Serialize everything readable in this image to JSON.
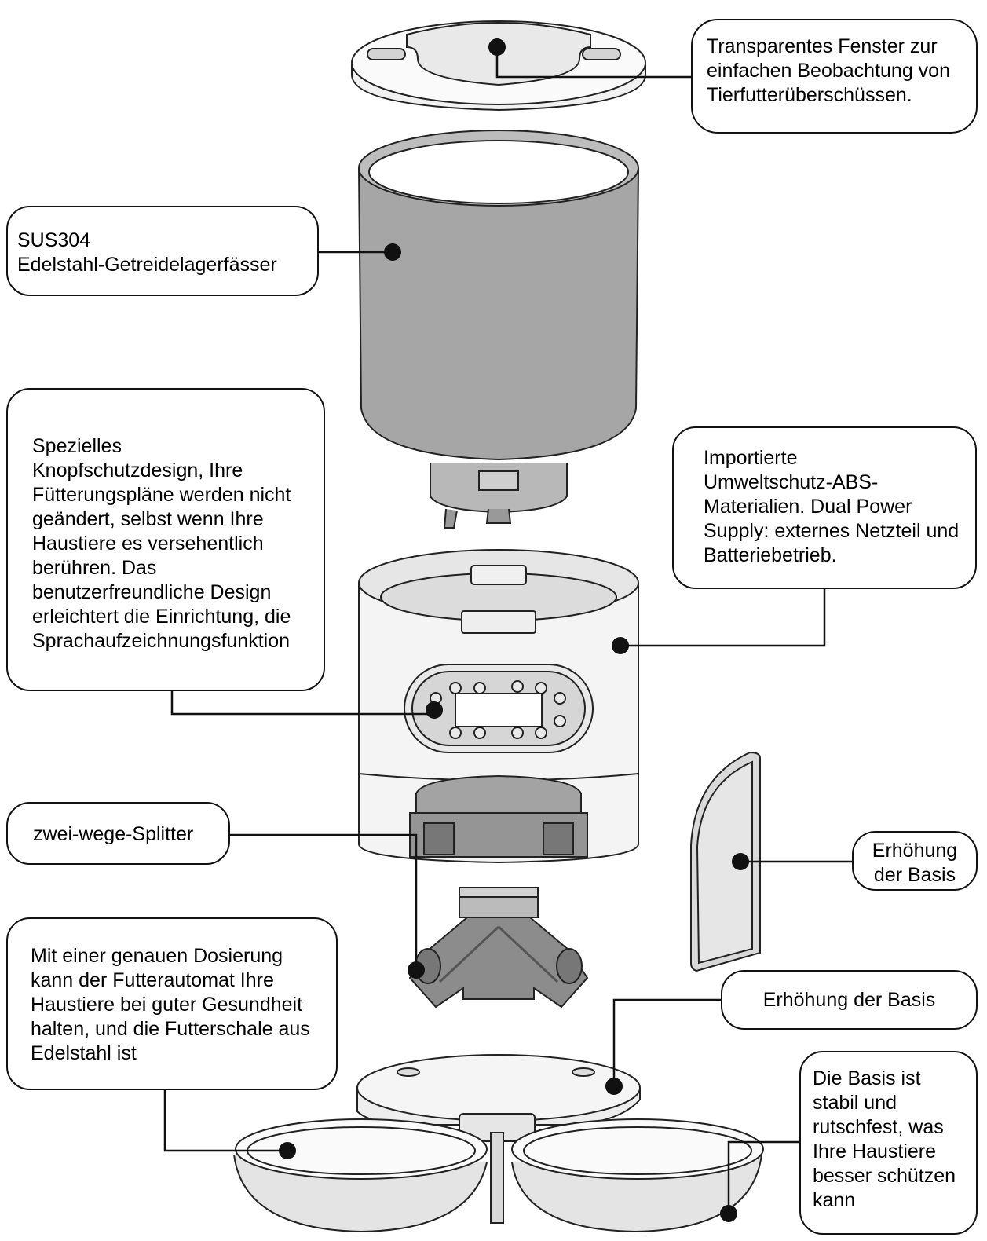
{
  "callouts": {
    "lid_window": "Transparentes Fenster zur einfachen Beobachtung von Tierfutterüberschüssen.",
    "hopper": "SUS304\nEdelstahl-Getreidelagerfässer",
    "button_lock": "Spezielles\nKnopfschutzdesign, Ihre Fütterungspläne werden nicht geändert, selbst wenn Ihre Haustiere es versehentlich berühren. Das benutzerfreundliche Design erleichtert die Einrichtung, die Sprachaufzeichnungsfunktion",
    "abs_material": "Importierte\nUmweltschutz-ABS-Materialien. Dual Power Supply: externes Netzteil und Batteriebetrieb.",
    "splitter": "zwei-wege-Splitter",
    "base_panel": "Erhöhung\nder Basis",
    "base_raise": "Erhöhung der Basis",
    "dosing": "Mit einer genauen Dosierung kann der Futterautomat Ihre Haustiere bei guter Gesundheit halten, und die Futterschale aus Edelstahl ist",
    "stable_base": "Die Basis ist stabil und rutschfest, was Ihre Haustiere besser schützen kann"
  }
}
